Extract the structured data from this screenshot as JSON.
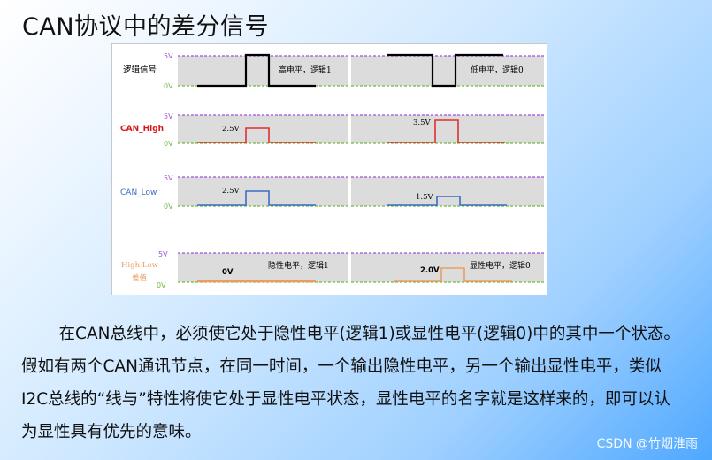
{
  "page": {
    "title": "CAN协议中的差分信号",
    "paragraph": "在CAN总线中，必须使它处于隐性电平(逻辑1)或显性电平(逻辑0)中的其中一个状态。假如有两个CAN通讯节点，在同一时间，一个输出隐性电平，另一个输出显性电平，类似I2C总线的“线与”特性将使它处于显性电平状态，显性电平的名字就是这样来的，即可以认为显性具有优先的意味。",
    "watermark": "CSDN @竹烟淮雨"
  },
  "diagram": {
    "max_level_label": "5V",
    "min_level_label": "0V",
    "colors": {
      "logic": "#000000",
      "can_high": "#e03030",
      "can_low": "#3a6fc4",
      "diff": "#f0a050",
      "top_dash": "#a050d8",
      "bottom_dash": "#70b840",
      "band": "#dcdcdc",
      "row_label_high": "#d81818",
      "row_label_low": "#3a6fc4",
      "row_label_diff": "#e8a060"
    },
    "rows": [
      {
        "id": "logic",
        "label": "逻辑信号",
        "panels": [
          {
            "annotation": "高电平，逻辑1",
            "value_label": ""
          },
          {
            "annotation": "低电平，逻辑0",
            "value_label": ""
          }
        ]
      },
      {
        "id": "can-high",
        "label": "CAN_High",
        "panels": [
          {
            "annotation": "",
            "value_label": "2.5V"
          },
          {
            "annotation": "",
            "value_label": "3.5V"
          }
        ]
      },
      {
        "id": "can-low",
        "label": "CAN_Low",
        "panels": [
          {
            "annotation": "",
            "value_label": "2.5V"
          },
          {
            "annotation": "",
            "value_label": "1.5V"
          }
        ]
      },
      {
        "id": "diff",
        "label_line1": "High-Low",
        "label_line2": "差值",
        "panels": [
          {
            "annotation": "隐性电平，逻辑1",
            "value_label": "0V"
          },
          {
            "annotation": "显性电平，逻辑0",
            "value_label": "2.0V"
          }
        ]
      }
    ]
  }
}
